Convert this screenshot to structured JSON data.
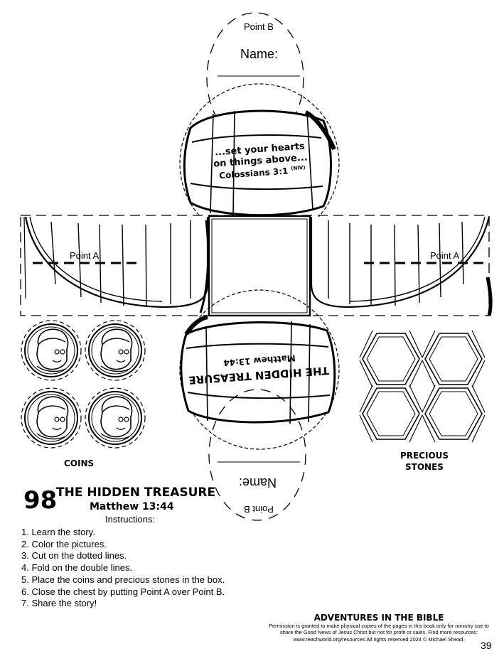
{
  "labels": {
    "point_b": "Point B",
    "name": "Name:",
    "point_a": "Point A",
    "coins": "coins",
    "precious_stones_line1": "precious",
    "precious_stones_line2": "stones"
  },
  "verse_top": {
    "line1": "...set your hearts",
    "line2": "on things above...",
    "reference": "Colossians 3:1",
    "version": "(NIV)"
  },
  "treasure_label": {
    "title": "the hidden treasure",
    "reference": "Matthew 13:44"
  },
  "lesson": {
    "number": "98",
    "title": "the hidden treasure",
    "reference": "Matthew 13:44",
    "instructions_heading": "Instructions:",
    "steps": [
      "1. Learn the story.",
      "2. Color the pictures.",
      "3. Cut on the dotted lines.",
      "4. Fold on the double lines.",
      "5. Place the coins and precious stones in the box.",
      "6. Close the chest by putting Point A over Point B.",
      "7. Share the story!"
    ]
  },
  "footer": {
    "series_title": "Adventures in the Bible",
    "permission": "Permission is granted to make physical copies of the pages in this book only for ministry use to share the Good News of Jesus Christ but not for profit or sales. Find more resources: www.reachworld.org/resources All rights reserved 2024 © Michael Shead.",
    "page_number": "39"
  },
  "icons": [
    "coin-face-icon",
    "hexagon-stone-icon",
    "barrel-icon"
  ]
}
